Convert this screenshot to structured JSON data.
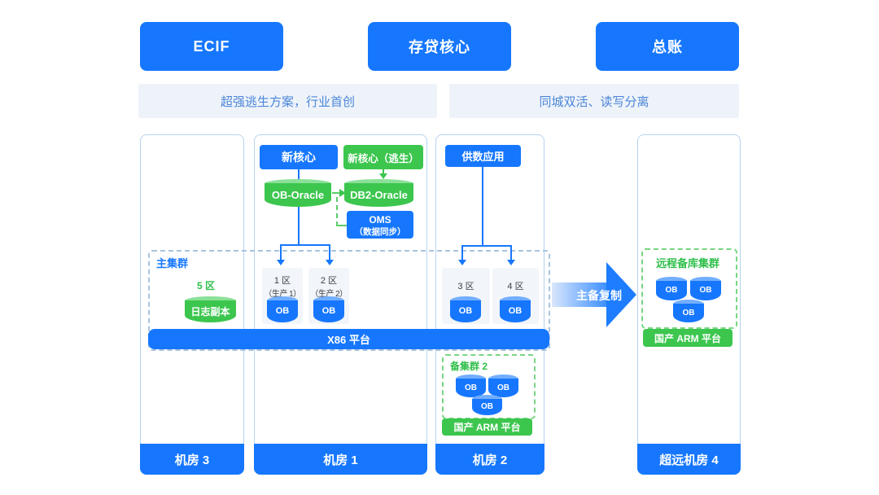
{
  "title_buttons": {
    "ecif": "ECIF",
    "deposit_loan_core": "存贷核心",
    "general_ledger": "总账"
  },
  "banners": {
    "escape_plan": "超强逃生方案，行业首创",
    "dual_active": "同城双活、读写分离"
  },
  "room3": {
    "name": "机房 3",
    "primary_cluster": "主集群",
    "zone5": "5 区",
    "log_replica": "日志副本"
  },
  "room1": {
    "name": "机房 1",
    "new_core": "新核心",
    "new_core_escape": "新核心（逃生）",
    "ob_oracle": "OB-Oracle",
    "db2_oracle": "DB2-Oracle",
    "oms": "OMS",
    "oms_sub": "（数据同步）",
    "zone1": "1 区",
    "zone1_sub": "（生产 1）",
    "zone2": "2 区",
    "zone2_sub": "（生产 2）",
    "zone1_ob": "OB",
    "zone2_ob": "OB"
  },
  "room2": {
    "name": "机房 2",
    "data_supply_app": "供数应用",
    "zone3": "3 区",
    "zone4": "4 区",
    "zone3_ob": "OB",
    "zone4_ob": "OB",
    "backup_cluster": {
      "title": "备集群 2",
      "ob1": "OB",
      "ob2": "OB",
      "ob3": "OB",
      "platform": "国产 ARM 平台"
    }
  },
  "room4": {
    "name": "超远机房 4",
    "remote_cluster": {
      "title": "远程备库集群",
      "ob1": "OB",
      "ob2": "OB",
      "ob3": "OB",
      "platform": "国产 ARM 平台"
    }
  },
  "x86_platform": "X86 平台",
  "replication": "主备复制",
  "colors": {
    "primary_blue": "#1677fe",
    "green": "#3cc64e",
    "cylinder_blue_top": "#72aeff",
    "cylinder_green_top": "#8be098",
    "banner_bg": "#eef3fa",
    "banner_text": "#4c86d8",
    "zone_bg": "#f2f5f9",
    "column_border": "#b7d3f0",
    "dashed_blue": "#a9c3e0",
    "dashed_green": "#79d584",
    "arrow_gradient_start": "#d9e7fb",
    "arrow_gradient_end": "#1e7dff"
  }
}
